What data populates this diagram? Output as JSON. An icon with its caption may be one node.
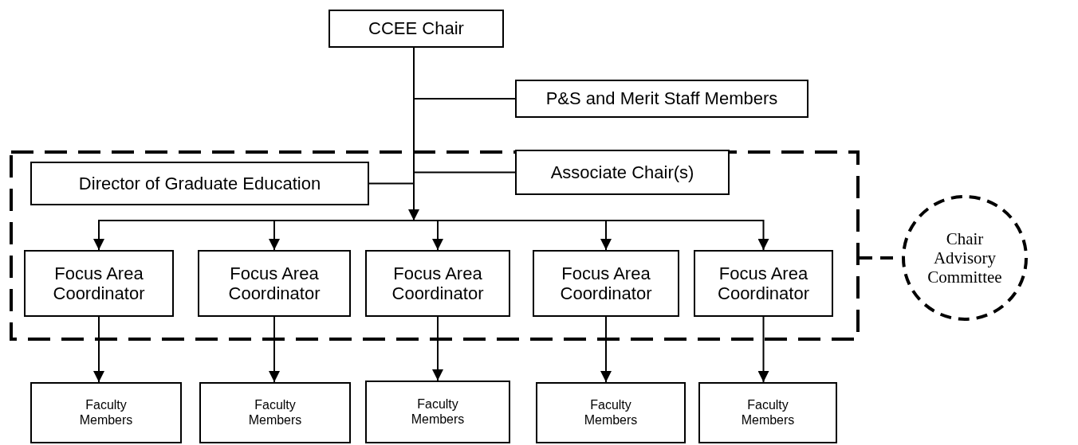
{
  "diagram": {
    "nodes": [
      {
        "text": [
          "CCEE Chair"
        ]
      },
      {
        "text": [
          "P&S and Merit Staff Members"
        ]
      },
      {
        "text": [],
        "shape": "box"
      },
      {
        "text": [
          "Director of Graduate Education"
        ],
        "in": 2
      },
      {
        "text": [
          "Associate Chair(s)"
        ],
        "in": 2
      },
      {
        "text": [
          "Focus Area Coordinator"
        ],
        "in": 2
      },
      {
        "text": [
          "Focus Area Coordinator"
        ],
        "in": 2
      },
      {
        "text": [
          "Focus Area Coordinator"
        ],
        "in": 2
      },
      {
        "text": [
          "Focus Area Coordinator"
        ],
        "in": 2
      },
      {
        "text": [
          "Focus Area Coordinator"
        ],
        "in": 2
      },
      {
        "text": [
          "Chair Advisory Committee"
        ]
      },
      {
        "text": [
          "Faculty Members"
        ]
      },
      {
        "text": [
          "Faculty Members"
        ]
      },
      {
        "text": [
          "Faculty Members"
        ]
      },
      {
        "text": [
          "Faculty Members"
        ]
      },
      {
        "text": [
          "Faculty Members"
        ]
      }
    ],
    "edges": [
      {
        "from": 0,
        "to": 1,
        "arrow": "none"
      },
      {
        "from": 0,
        "to": 4,
        "arrow": "none"
      },
      {
        "from": 0,
        "to": 3,
        "arrow": "none"
      },
      {
        "from": 0,
        "to": 5,
        "arrow": "to"
      },
      {
        "from": 0,
        "to": 6,
        "arrow": "to"
      },
      {
        "from": 0,
        "to": 7,
        "arrow": "to"
      },
      {
        "from": 0,
        "to": 8,
        "arrow": "to"
      },
      {
        "from": 0,
        "to": 9,
        "arrow": "to"
      },
      {
        "from": 5,
        "to": 11,
        "arrow": "to"
      },
      {
        "from": 6,
        "to": 12,
        "arrow": "to"
      },
      {
        "from": 7,
        "to": 13,
        "arrow": "to"
      },
      {
        "from": 8,
        "to": 14,
        "arrow": "to"
      },
      {
        "from": 9,
        "to": 15,
        "arrow": "to"
      },
      {
        "from": 2,
        "to": 10,
        "arrow": "none",
        "style": "dashed"
      }
    ]
  }
}
